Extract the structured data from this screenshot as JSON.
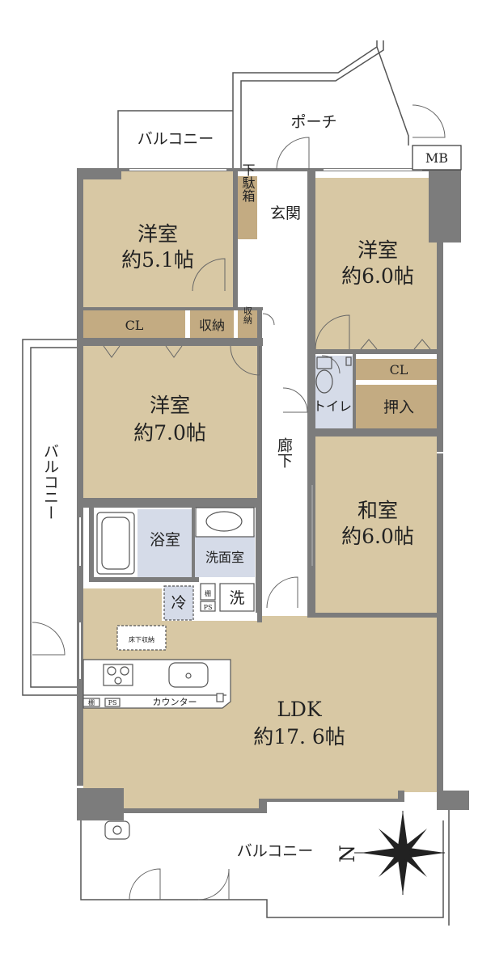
{
  "rooms": {
    "western1": {
      "name": "洋室",
      "size": "約5.1帖"
    },
    "western2": {
      "name": "洋室",
      "size": "約6.0帖"
    },
    "western3": {
      "name": "洋室",
      "size": "約7.0帖"
    },
    "japanese": {
      "name": "和室",
      "size": "約6.0帖"
    },
    "ldk": {
      "name": "LDK",
      "size": "約17. 6帖"
    },
    "bath": "浴室",
    "washroom": "洗面室",
    "toilet": "トイレ",
    "entrance": "玄関",
    "corridor": "廊下"
  },
  "storage": {
    "cl1": "CL",
    "shuno": "収納",
    "shuno_small": "収納",
    "cl2": "CL",
    "oshiire": "押入",
    "shoebox": "下駄箱",
    "underfloor": "床下収納",
    "counter": "カウンター",
    "fridge": "冷",
    "washer": "洗",
    "shelf": "棚",
    "ps": "PS",
    "ps2": "PS",
    "shelf2": "棚"
  },
  "exterior": {
    "porch": "ポーチ",
    "mb": "MB",
    "balcony_top": "バルコニー",
    "balcony_left": "バルコニー",
    "balcony_bottom": "バルコニー",
    "north": "N"
  },
  "colors": {
    "room_fill": "#d8c8a4",
    "storage_fill": "#c3ab82",
    "wet_fill": "#d5dbe8",
    "wall": "#7c7c7c"
  }
}
